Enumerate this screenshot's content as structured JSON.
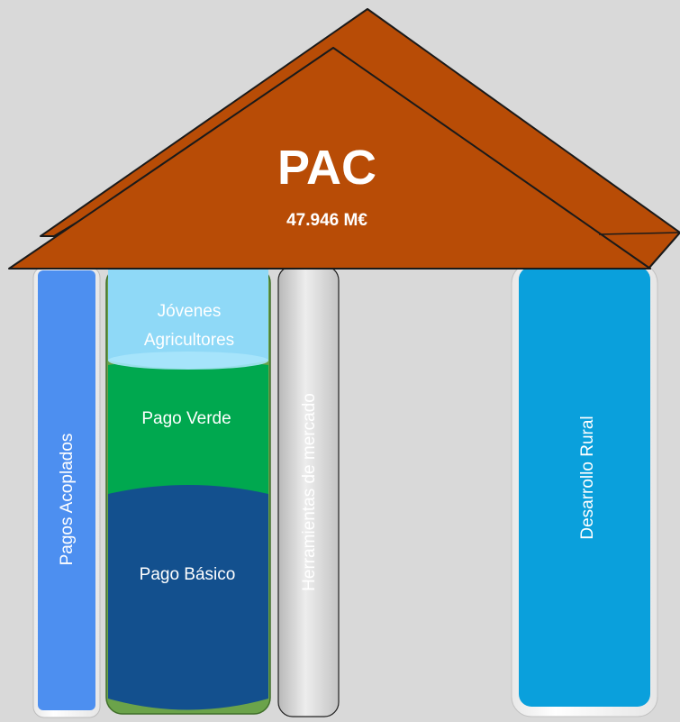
{
  "roof": {
    "title": "PAC",
    "subtitle": "47.946 M€"
  },
  "pillars": {
    "pagos_acoplados": "Pagos Acoplados",
    "jovenes_line1": "Jóvenes",
    "jovenes_line2": "Agricultores",
    "pago_verde": "Pago Verde",
    "pago_basico": "Pago Básico",
    "herramientas": "Herramientas de mercado",
    "desarrollo_rural": "Desarrollo Rural"
  },
  "colors": {
    "background": "#d9d9d9",
    "roof": "#b84c06",
    "pagos_acoplados": "#4d8ff0",
    "jovenes": "#8fd9f7",
    "pago_verde": "#00a84f",
    "pago_basico": "#13508e",
    "herramientas": "#cfcfcf",
    "desarrollo_rural": "#0aa0dc"
  }
}
